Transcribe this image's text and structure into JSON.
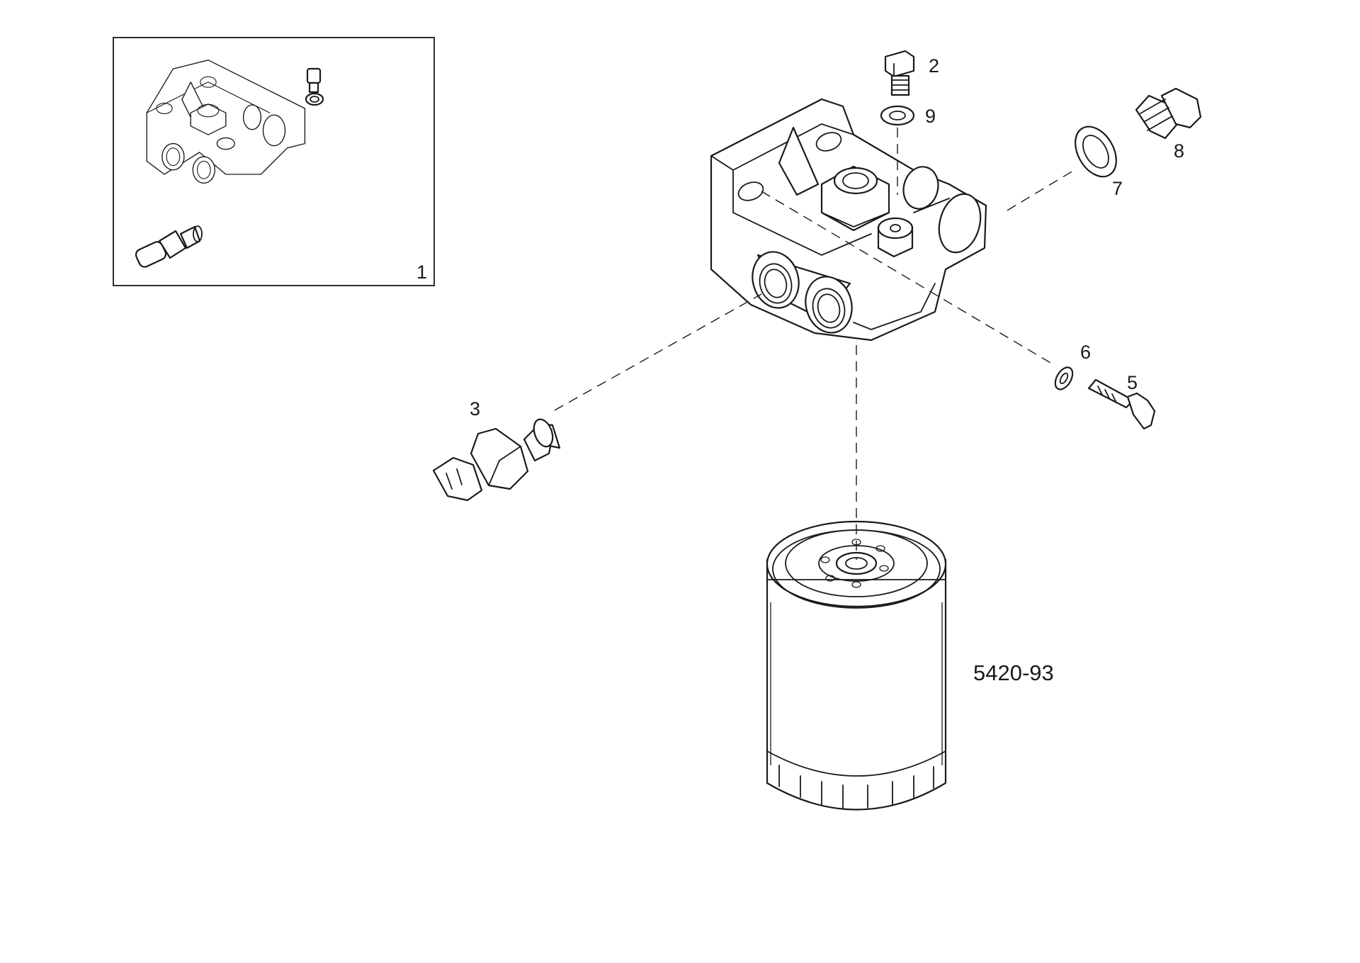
{
  "callouts": {
    "c1": "1",
    "c2": "2",
    "c3": "3",
    "c5": "5",
    "c6": "6",
    "c7": "7",
    "c8": "8",
    "c9": "9"
  },
  "drawing_number": "5420-93",
  "colors": {
    "line": "#1a1a1a",
    "background": "#ffffff"
  }
}
